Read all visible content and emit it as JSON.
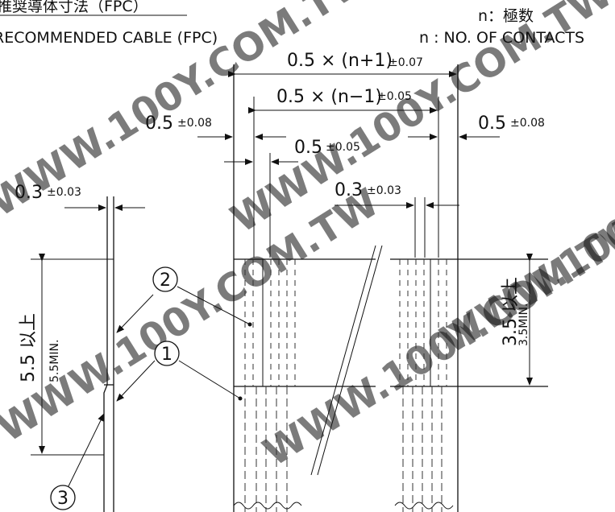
{
  "header": {
    "title_cn": "推奨導体寸法（FPC）",
    "title_en": "RECOMMENDED CABLE (FPC)",
    "legend_cn": "n：極数",
    "legend_en": "n : NO. OF CONTACTS"
  },
  "dimensions": {
    "overall_width": {
      "base": "0.5 × (n+1)",
      "tol": "±0.07"
    },
    "pitch_span": {
      "base": "0.5 × (n−1)",
      "tol": "±0.05"
    },
    "left_margin": {
      "base": "0.5",
      "tol": "±0.08"
    },
    "right_margin": {
      "base": "0.5",
      "tol": "±0.08"
    },
    "pitch": {
      "base": "0.5",
      "tol": "±0.05"
    },
    "conductor_width": {
      "base": "0.3",
      "tol": "±0.03"
    },
    "cable_thickness": {
      "base": "0.3",
      "tol": "±0.03"
    },
    "exposed_length": {
      "cn": "5.5 以上",
      "en": "5.5MIN."
    },
    "plating_length": {
      "cn": "3.5 以上",
      "en": "3.5MIN."
    }
  },
  "callouts": [
    "1",
    "2",
    "3"
  ],
  "watermark": "WWW.100Y.COM.TW"
}
